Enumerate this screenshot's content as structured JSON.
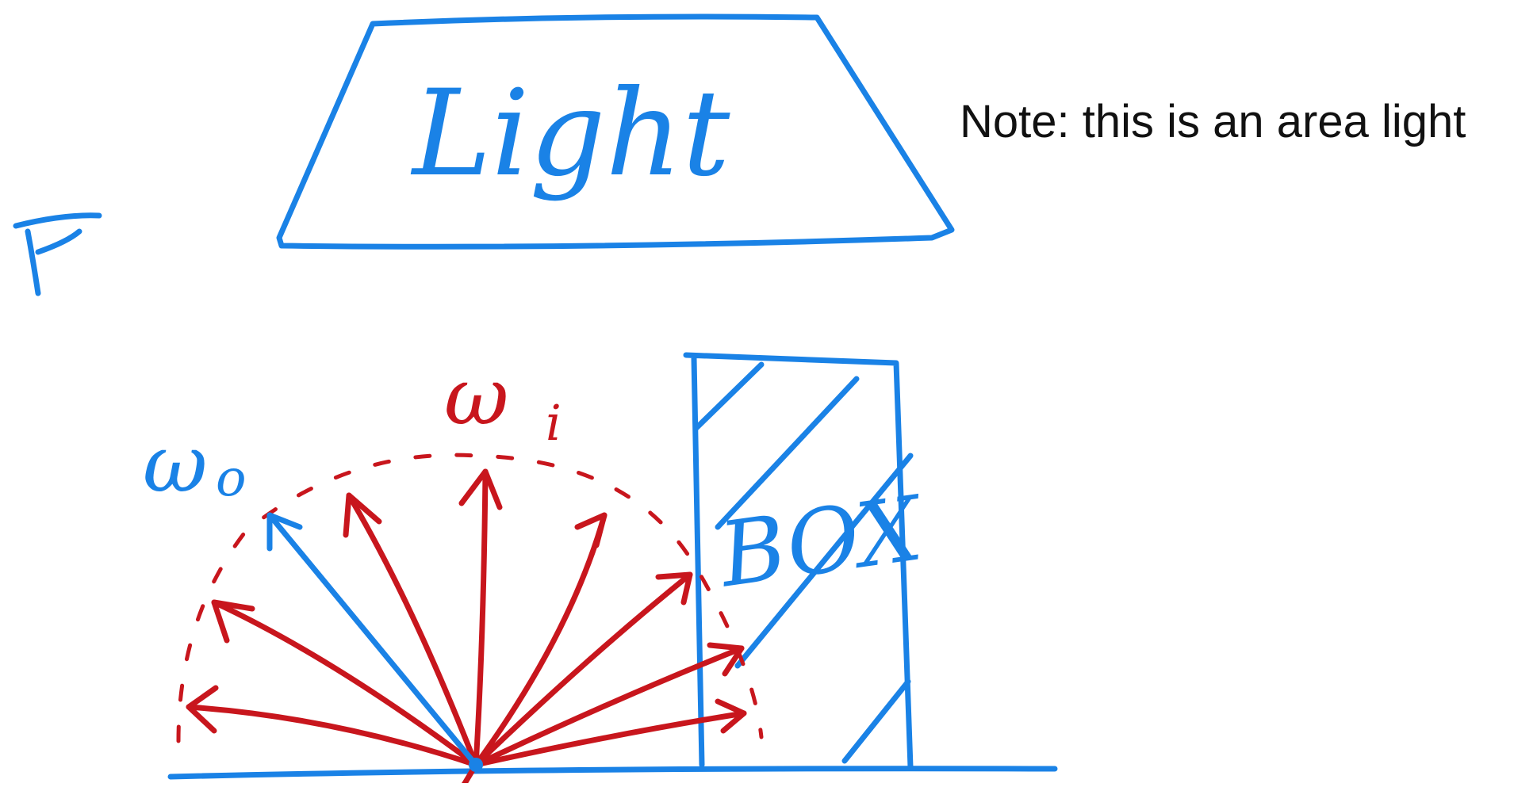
{
  "diagram": {
    "light_label": "Light",
    "note_text": "Note: this is an area light",
    "box_label": "BOX",
    "omega_o_label": "ω",
    "omega_o_subscript": "o",
    "omega_i_label": "ω",
    "omega_i_subscript": "i"
  },
  "colors": {
    "blue_ink": "#1a82e6",
    "red_ink": "#c8161d",
    "text": "#111111",
    "background": "#ffffff"
  },
  "icons": {
    "eye": "eye-icon"
  }
}
